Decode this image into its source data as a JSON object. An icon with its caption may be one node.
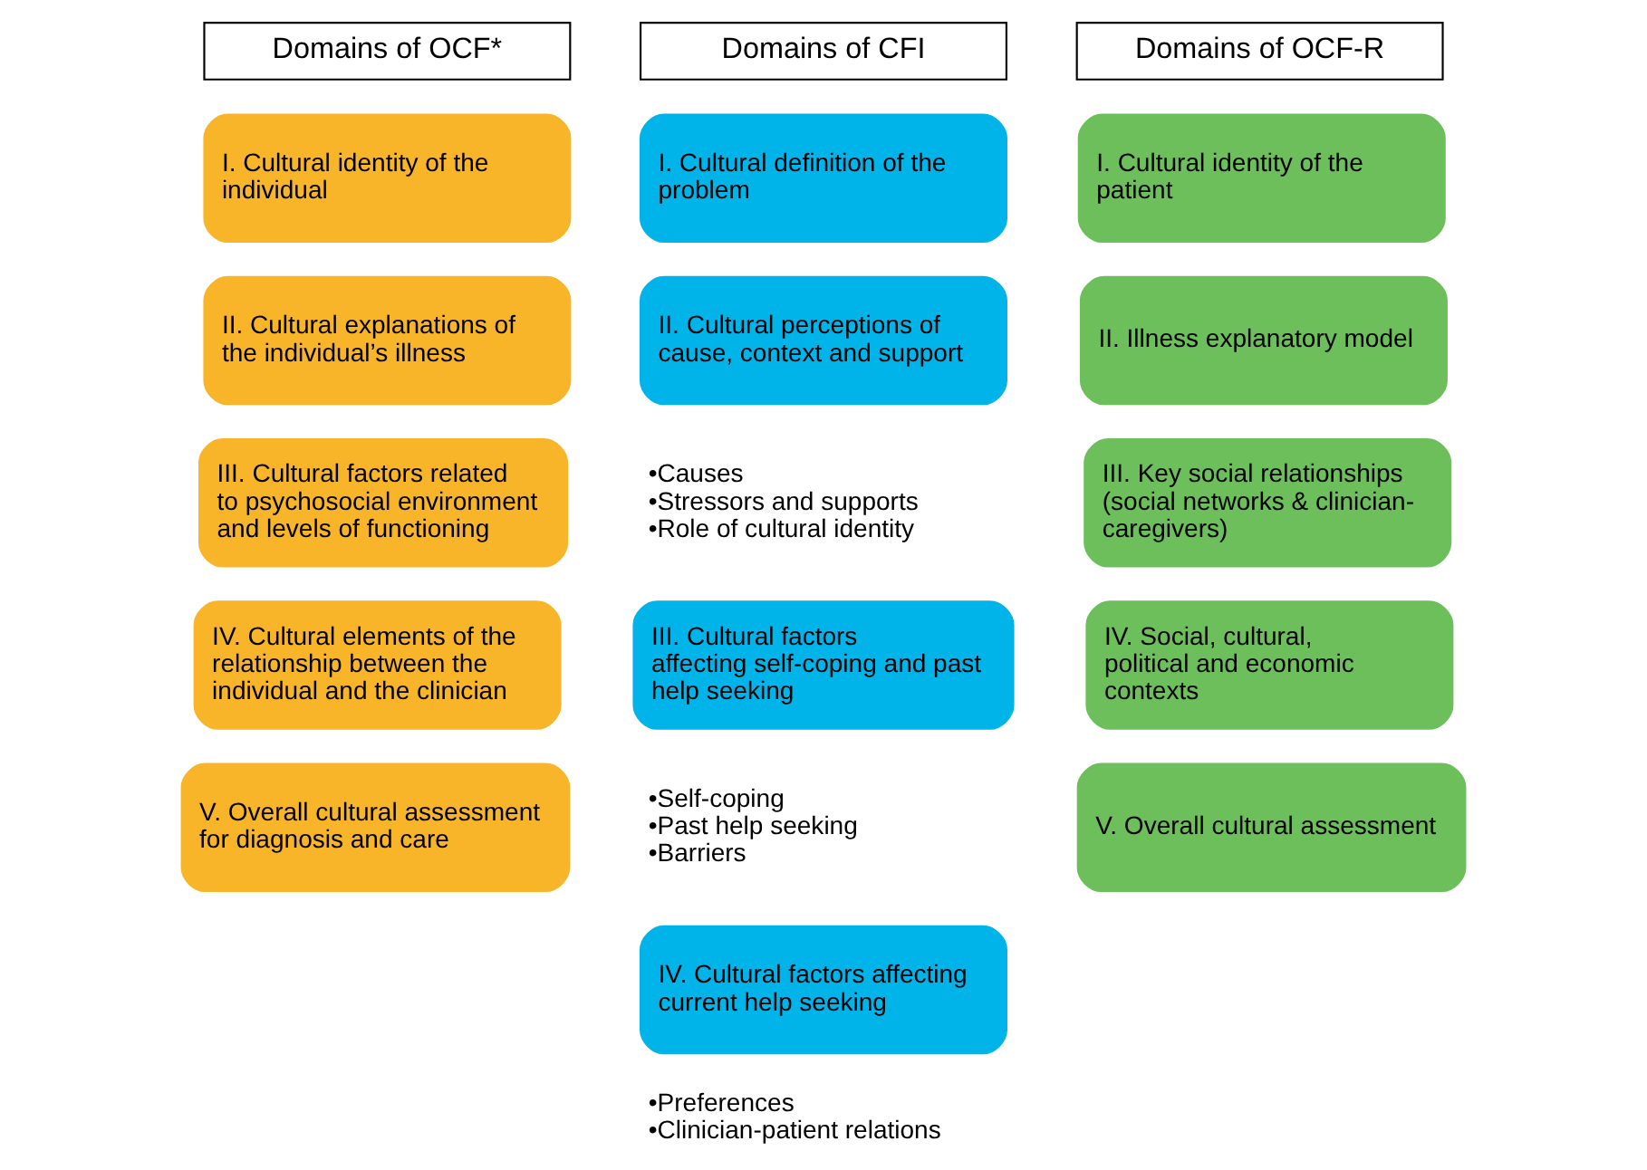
{
  "diagram": {
    "nodes": [
      {
        "text": [
          "Domains of OCF*"
        ]
      },
      {
        "text": [
          "I. Cultural identity of the individual"
        ]
      },
      {
        "text": [
          "II. Cultural explanations of the individual’s illness"
        ]
      },
      {
        "text": [
          "III. Cultural factors related to psychosocial environment and levels of functioning"
        ]
      },
      {
        "text": [
          "IV. Cultural elements of the relationship between the individual and the clinician"
        ]
      },
      {
        "text": [
          "V. Overall cultural assessment for diagnosis and care"
        ]
      },
      {
        "text": [
          "Domains of CFI"
        ]
      },
      {
        "text": [
          "I. Cultural definition of the problem"
        ]
      },
      {
        "text": [
          "II. Cultural perceptions of cause, context and support"
        ],
        "beside": [
          "•Causes",
          "•Stressors and supports",
          "•Role of cultural identity"
        ]
      },
      {
        "text": [
          "III. Cultural factors affecting self-coping and past help seeking"
        ],
        "beside": [
          "•Self-coping",
          "•Past help seeking",
          "•Barriers"
        ]
      },
      {
        "text": [
          "IV. Cultural factors affecting current help seeking"
        ],
        "beside": [
          "•Preferences",
          "•Clinician-patient relations"
        ]
      },
      {
        "text": [
          "Domains of OCF-R"
        ]
      },
      {
        "text": [
          "I. Cultural identity of the patient"
        ]
      },
      {
        "text": [
          "II. Illness explanatory model"
        ]
      },
      {
        "text": [
          "III. Key social relationships (social networks & clinician-caregivers)"
        ]
      },
      {
        "text": [
          "IV. Social, cultural, political and economic contexts"
        ]
      },
      {
        "text": [
          "V. Overall cultural assessment"
        ]
      }
    ],
    "edges": []
  }
}
